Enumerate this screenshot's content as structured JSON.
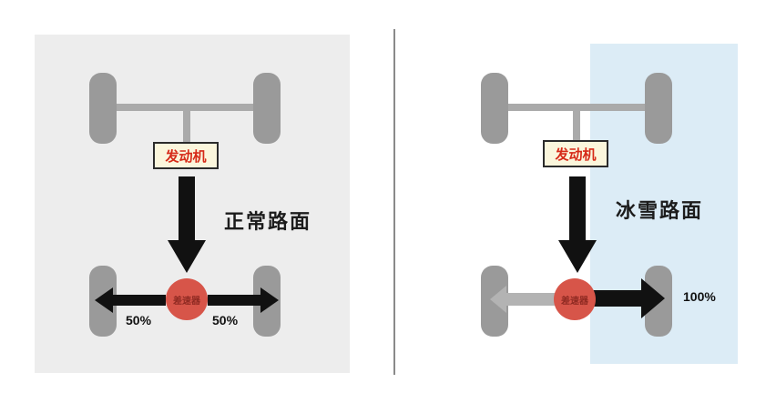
{
  "left": {
    "engine_label": "发动机",
    "road_label": "正常路面",
    "differential_label": "差速器",
    "left_percent": "50%",
    "right_percent": "50%"
  },
  "right": {
    "engine_label": "发动机",
    "road_label": "冰雪路面",
    "differential_label": "差速器",
    "right_percent": "100%"
  },
  "colors": {
    "panel_gray": "#ededed",
    "ice_blue": "#dcecf6",
    "wheel_gray": "#9a9a9a",
    "engine_text": "#d62a18",
    "differential": "#d75549",
    "arrow": "#111111"
  }
}
